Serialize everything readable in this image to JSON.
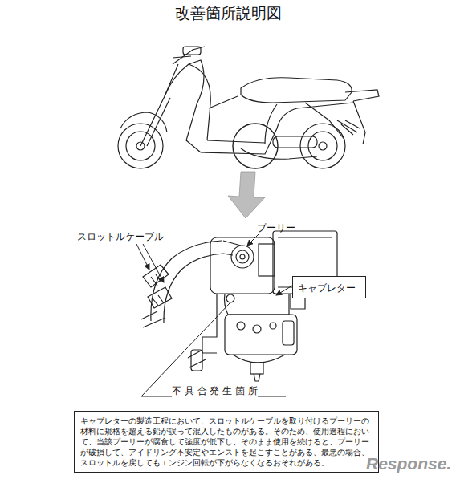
{
  "diagram": {
    "title": "改善箇所説明図",
    "nodes": [
      {
        "text": [
          "キャブレター"
        ]
      },
      {
        "text": [
          "不 具 合 発 生 箇 所",
          "キャブレターの製造工程において、スロットルケーブルを取り付けるプーリーの材料に規格を超える鉛が誤って混入したものがある。そのため、使用過程において、当該プーリーが腐食して強度が低下し、そのまま使用を続けると、プーリーが破損して、アイドリング不安定やエンストを起こすことがある、最悪の場合、スロットルを戻してもエンジン回転が下がらなくなるおそれがある。"
        ]
      }
    ],
    "labels": [
      "スロットルケーブル",
      "プーリー",
      "Response."
    ]
  }
}
